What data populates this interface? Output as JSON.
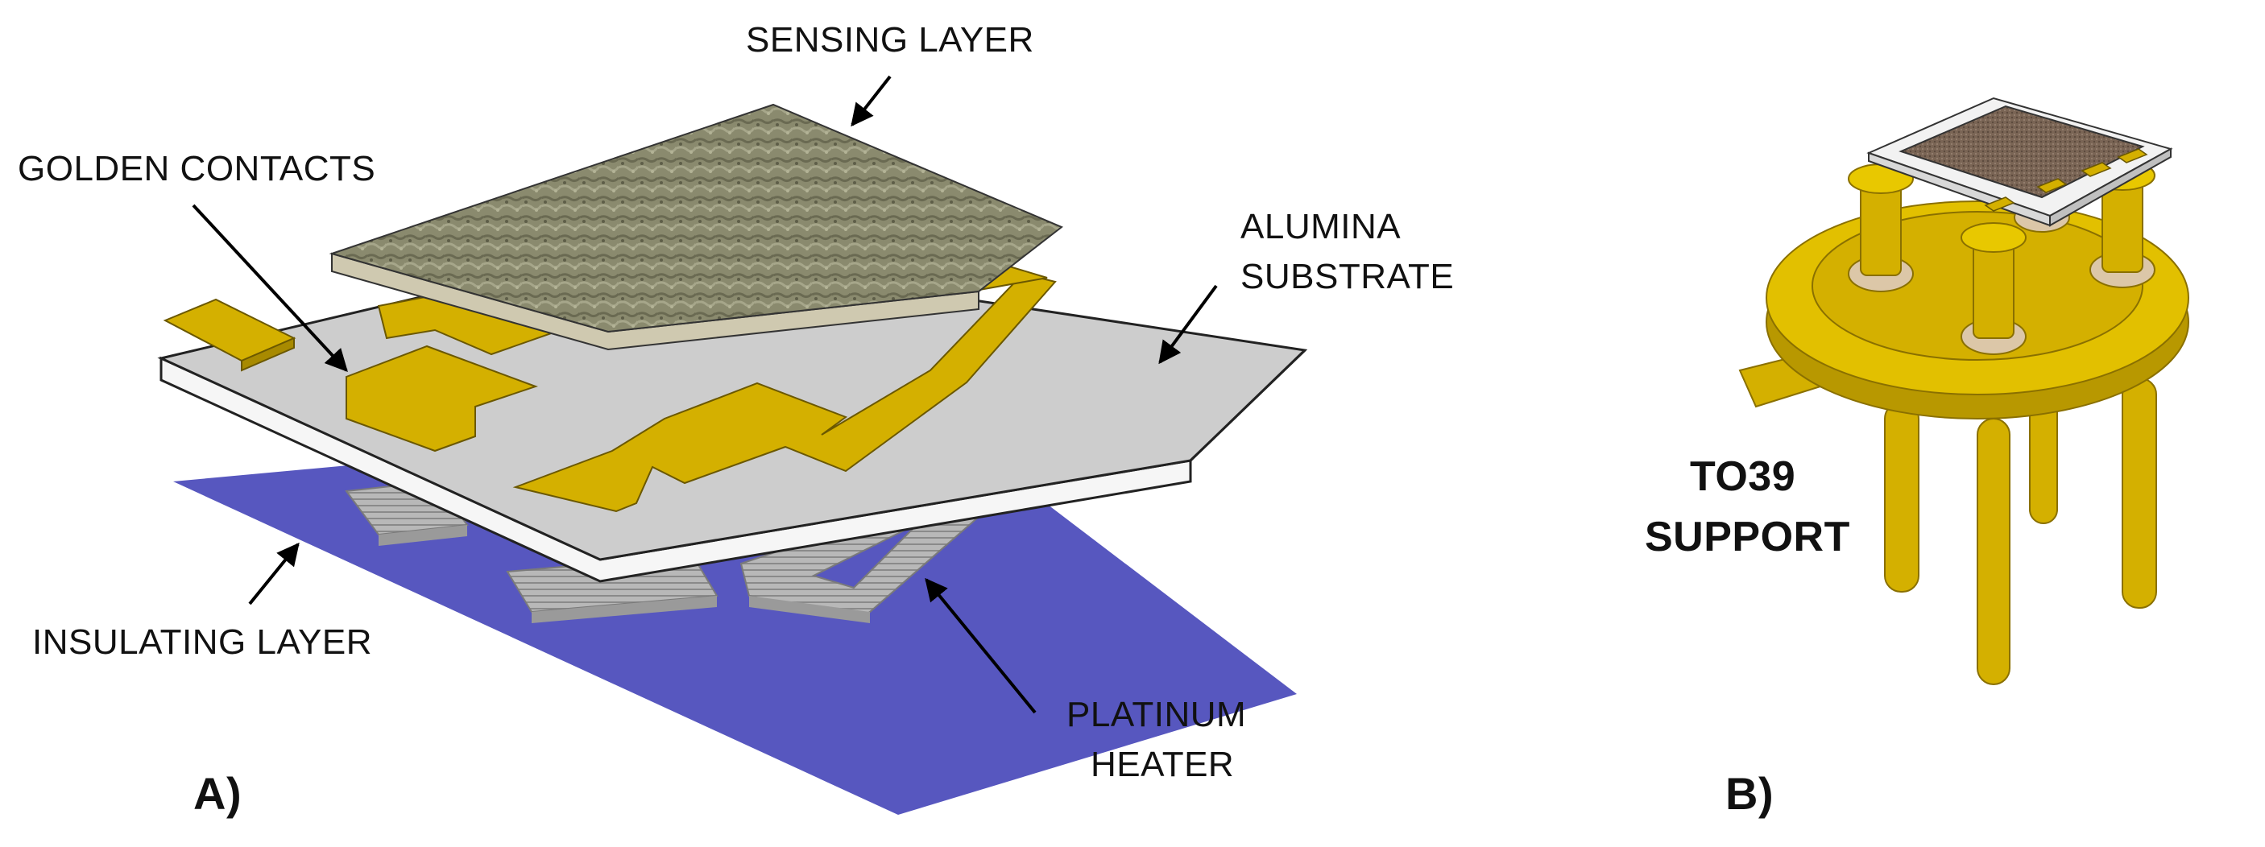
{
  "labels": {
    "sensing_layer": "SENSING LAYER",
    "golden_contacts": "GOLDEN CONTACTS",
    "alumina_line1": "ALUMINA",
    "alumina_line2": "SUBSTRATE",
    "insulating_layer": "INSULATING LAYER",
    "platinum_line1": "PLATINUM",
    "platinum_line2": "HEATER",
    "to39_line1": "TO39",
    "to39_line2": "SUPPORT",
    "panel_a": "A)",
    "panel_b": "B)"
  },
  "colors": {
    "insulating": "#5757bf",
    "alumina_top": "#cdcdcd",
    "alumina_side": "#f4f4f4",
    "gold": "#d4b000",
    "gold_dark": "#a88a00",
    "sensing": "#8a8a6e",
    "heater": "#a9a9a9",
    "sensor_chip": "#7a6555"
  }
}
